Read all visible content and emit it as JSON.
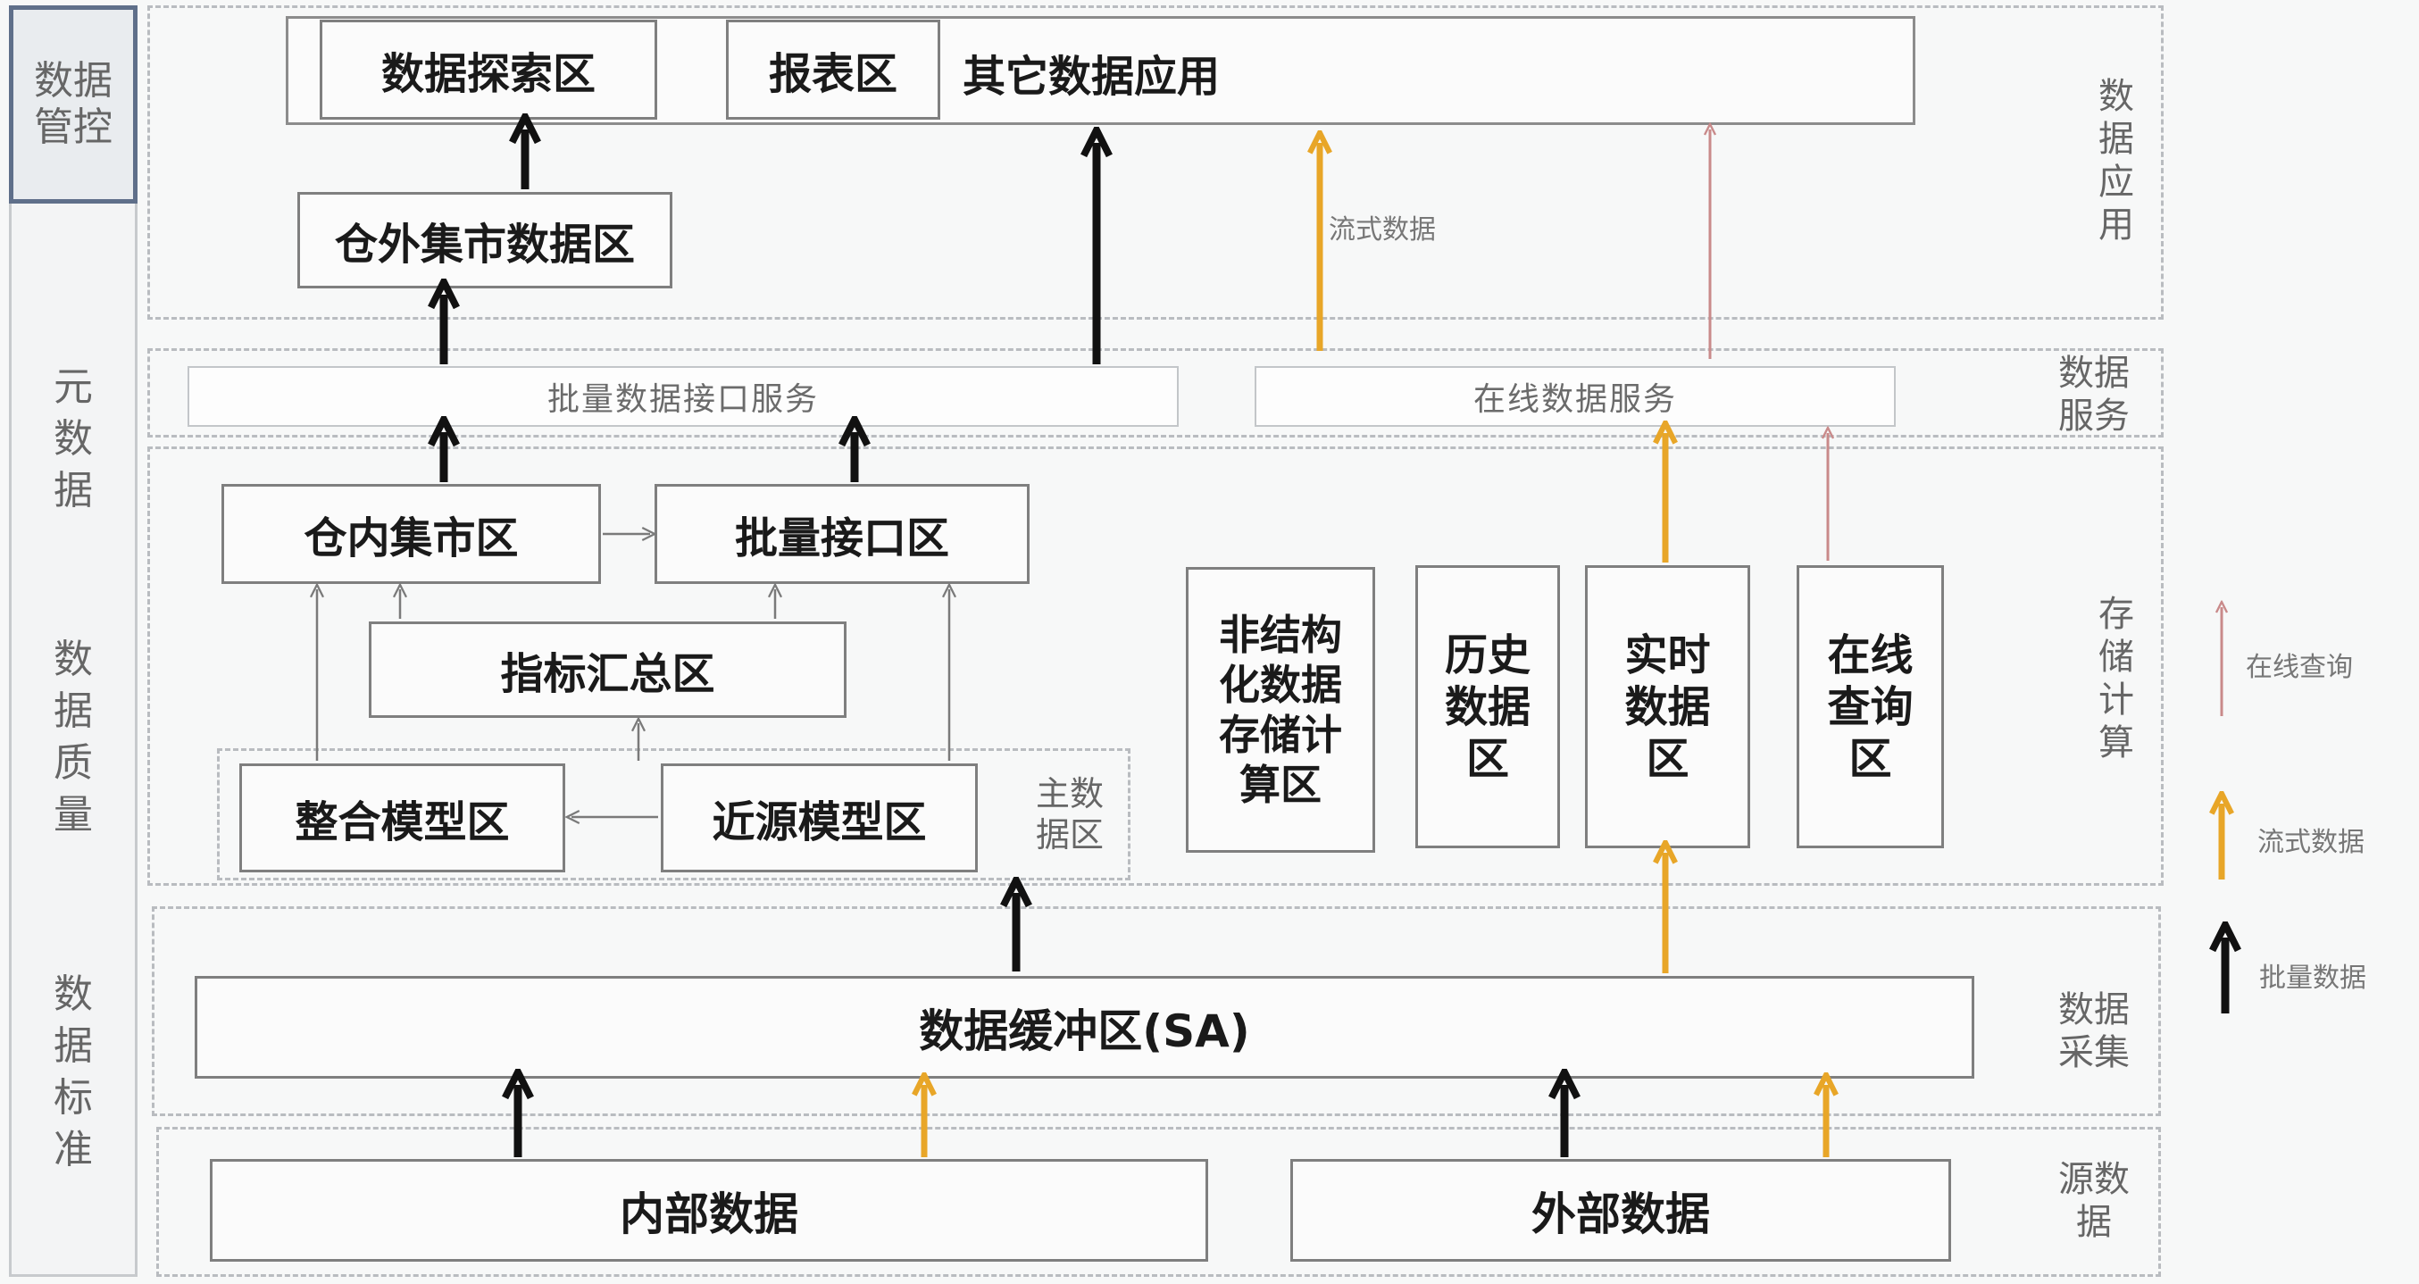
{
  "governance": {
    "title": "数据\n管控",
    "items": [
      "元\n数\n据",
      "数\n据\n质\n量",
      "数\n据\n标\n准"
    ]
  },
  "layers": {
    "app": "数\n据\n应\n用",
    "service": "数据\n服务",
    "storage": "存\n储\n计\n算",
    "collect": "数据\n采集",
    "source": "源数\n据"
  },
  "boxes": {
    "explore": "数据探索区",
    "report": "报表区",
    "other_apps": "其它数据应用",
    "ext_mart": "仓外集市数据区",
    "batch_service": "批量数据接口服务",
    "online_service": "在线数据服务",
    "int_mart": "仓内集市区",
    "batch_iface": "批量接口区",
    "indicator": "指标汇总区",
    "integrated": "整合模型区",
    "near_source": "近源模型区",
    "master_data": "主数\n据区",
    "unstructured": "非结构\n化数据\n存储计\n算区",
    "history": "历史\n数据\n区",
    "realtime": "实时\n数据\n区",
    "online_query": "在线\n查询\n区",
    "buffer": "数据缓冲区(SA)",
    "internal": "内部数据",
    "external": "外部数据"
  },
  "stream_label": "流式数据",
  "legend": {
    "online": "在线查询",
    "stream": "流式数据",
    "batch": "批量数据"
  },
  "colors": {
    "batch": "#111111",
    "stream": "#e8a628",
    "online": "#c98a8a",
    "thin": "#7a7a7a",
    "governance_border": "#5f6f8a"
  }
}
